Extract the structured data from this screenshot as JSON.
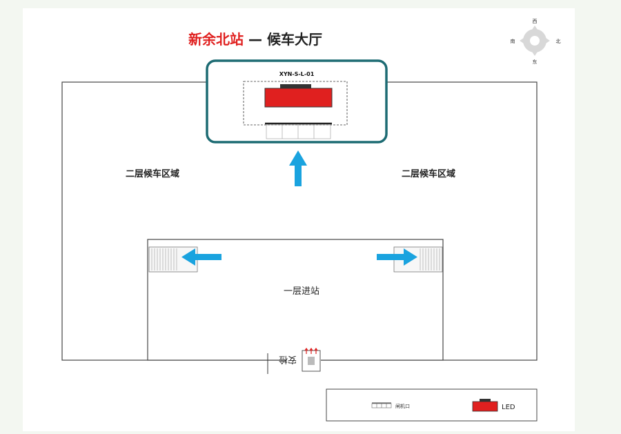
{
  "title": {
    "station": "新余北站",
    "separator": " — ",
    "hall": "候车大厅"
  },
  "compass": {
    "top": "西",
    "right": "北",
    "bottom": "东",
    "left": "南"
  },
  "led_label": "XYN-S-L-01",
  "zones": {
    "left_waiting": "二层候车区域",
    "right_waiting": "二层候车区域",
    "first_floor_entry": "一层进站",
    "security_check": "安检"
  },
  "legend": {
    "gate_label": "闸机口",
    "led_label": "LED"
  },
  "colors": {
    "accent_red": "#e0201f",
    "arrow_blue": "#1aa3df",
    "highlight_teal": "#1d6b73"
  }
}
